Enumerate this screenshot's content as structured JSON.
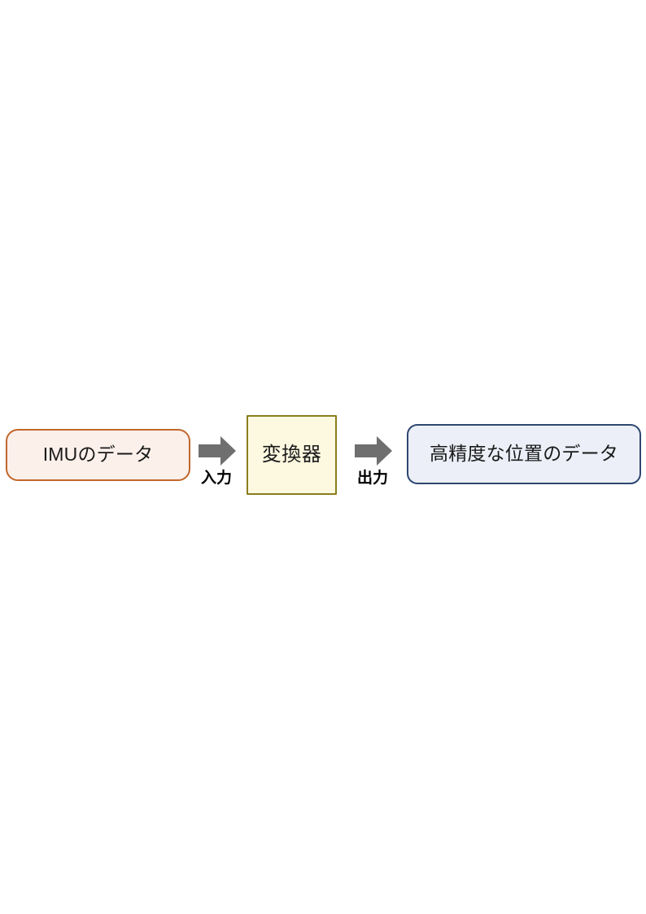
{
  "diagram": {
    "type": "flow",
    "title": "",
    "background_color": "#ffffff",
    "nodes": [
      {
        "id": "imu-data",
        "label": "IMUのデータ",
        "shape": "rounded-rectangle",
        "border_color": "#c1662b",
        "fill_color": "#fbf0ea",
        "text_color": "#1a1a1a"
      },
      {
        "id": "converter",
        "label": "変換器",
        "shape": "rectangle",
        "border_color": "#8a7d1c",
        "fill_color": "#fdf9e0",
        "text_color": "#1a1a1a"
      },
      {
        "id": "position-data",
        "label": "高精度な位置のデータ",
        "shape": "rounded-rectangle",
        "border_color": "#2e4770",
        "fill_color": "#eceff7",
        "text_color": "#1a1a1a"
      }
    ],
    "arrows": [
      {
        "id": "input-arrow",
        "label": "入力",
        "from": "imu-data",
        "to": "converter",
        "direction": "right",
        "color": "#6f6f6f",
        "label_color": "#000000"
      },
      {
        "id": "output-arrow",
        "label": "出力",
        "from": "converter",
        "to": "position-data",
        "direction": "right",
        "color": "#6f6f6f",
        "label_color": "#000000"
      }
    ]
  }
}
